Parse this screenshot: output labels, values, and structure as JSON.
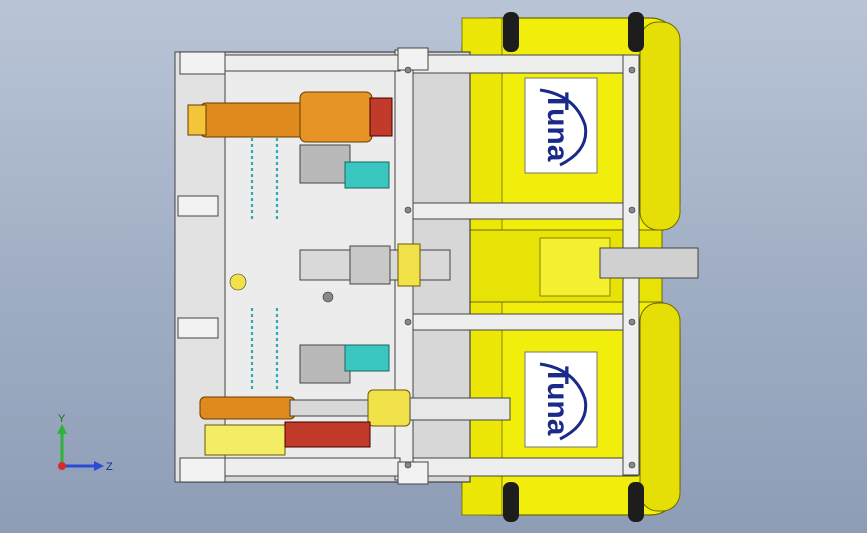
{
  "logo": {
    "brand_text": "Tuna",
    "colors": {
      "text": "#1a2a8a",
      "panel": "#ffffff"
    }
  },
  "triad": {
    "x_label": "Y",
    "z_label": "Z",
    "colors": {
      "y_axis": "#2fb23a",
      "z_axis": "#2a4bd6",
      "origin": "#d62a2a"
    }
  },
  "palette": {
    "background": "#a8b4ca",
    "pontoon": "#f2ee0c",
    "pontoon_dark": "#c9c400",
    "frame": "#e3e3e3",
    "frame_edge": "#555555",
    "motor_orange": "#e08a1e",
    "component_teal": "#39c7c0",
    "tire": "#1d1d1d"
  }
}
